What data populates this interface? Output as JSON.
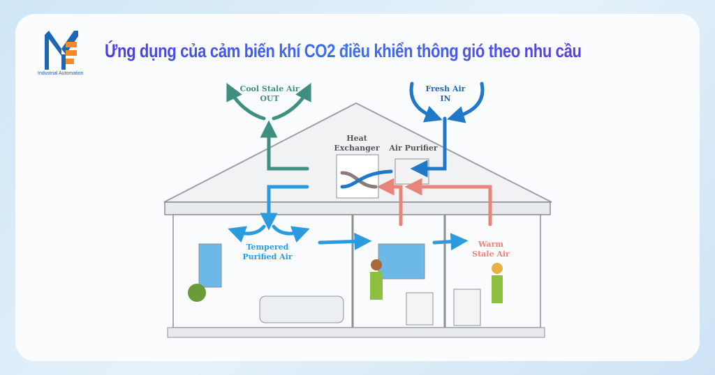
{
  "logo": {
    "tagline": "Industrial Automation"
  },
  "title": "Ứng dụng của cảm biến khí CO2 điều khiển thông gió theo nhu cầu",
  "diagram": {
    "cool_stale_air": [
      "Cool Stale Air",
      "OUT"
    ],
    "fresh_air": [
      "Fresh Air",
      "IN"
    ],
    "heat_exchanger": [
      "Heat",
      "Exchanger"
    ],
    "air_purifier": "Air Purifier",
    "tempered_purified_air": [
      "Tempered",
      "Purified Air"
    ],
    "warm_stale_air": [
      "Warm",
      "Stale Air"
    ]
  },
  "colors": {
    "teal": "#3f8f80",
    "blue": "#1f78c8",
    "light_blue": "#2b9be0",
    "salmon": "#e8847a",
    "title_gradient": "#4a3fe0"
  }
}
